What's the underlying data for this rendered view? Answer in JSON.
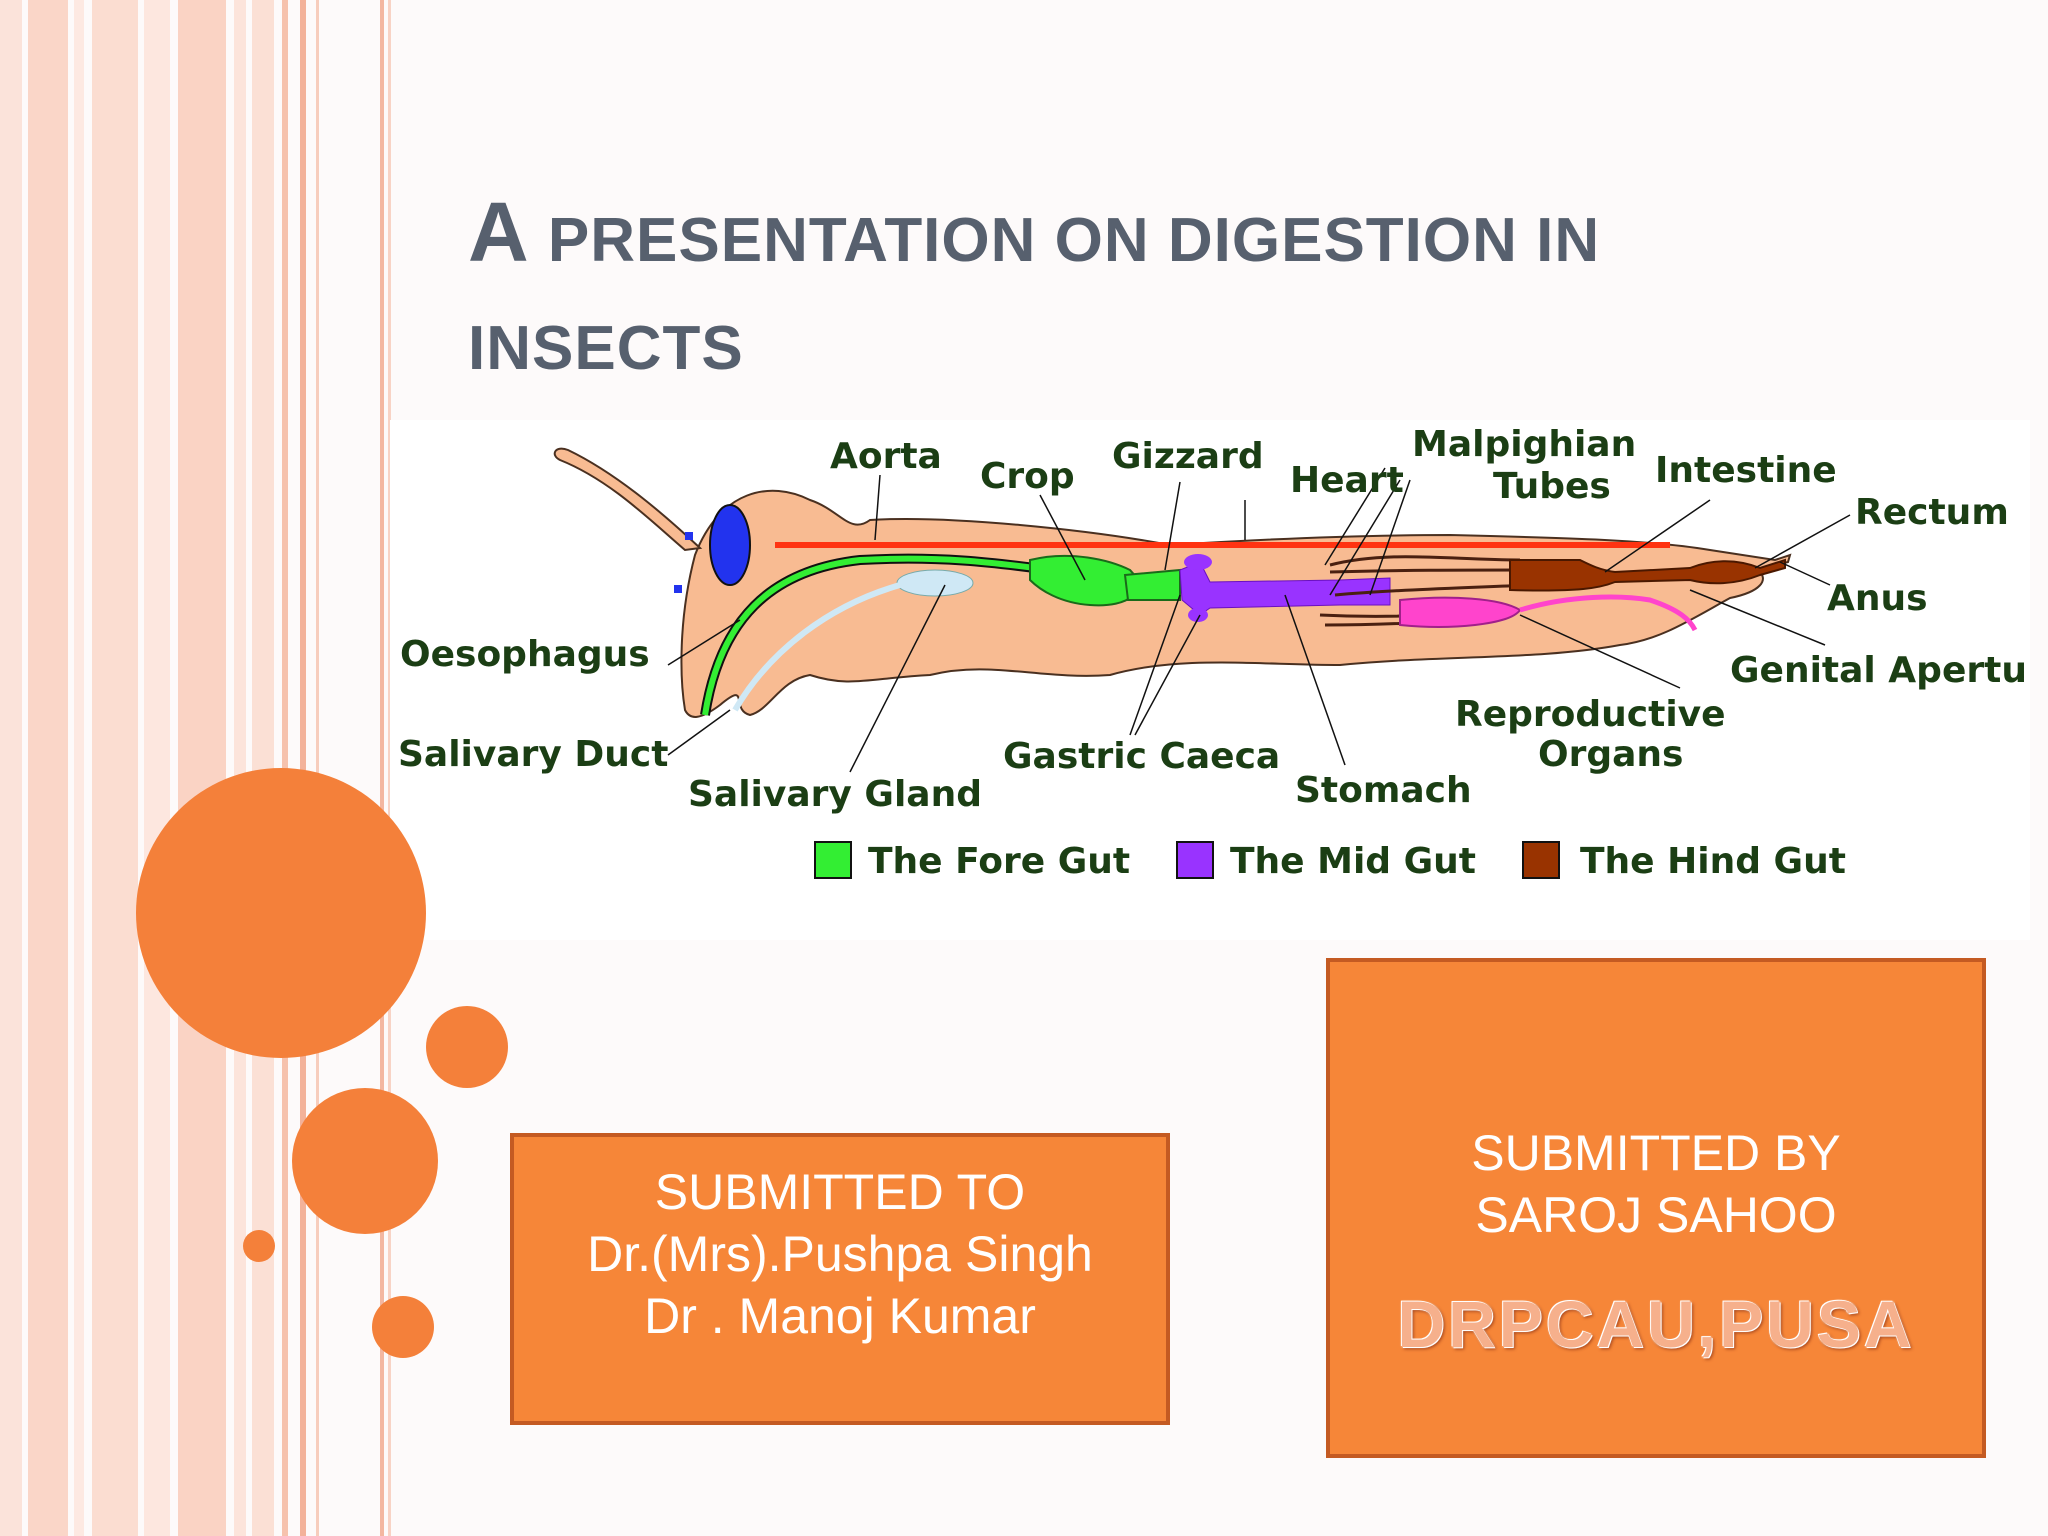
{
  "slide": {
    "title_initial": "A",
    "title_rest": "PRESENTATION ON DIGESTION IN INSECTS"
  },
  "diagram": {
    "labels": {
      "aorta": "Aorta",
      "crop": "Crop",
      "gizzard": "Gizzard",
      "heart": "Heart",
      "malpighian": "Malpighian",
      "tubes": "Tubes",
      "intestine": "Intestine",
      "rectum": "Rectum",
      "anus": "Anus",
      "genital": "Genital Apertur",
      "reproductive": "Reproductive",
      "organs": "Organs",
      "oesophagus": "Oesophagus",
      "salivary_duct": "Salivary Duct",
      "salivary_gland": "Salivary Gland",
      "gastric_caeca": "Gastric Caeca",
      "stomach": "Stomach"
    },
    "legend": [
      {
        "label": "The Fore Gut",
        "color": "#33ee33"
      },
      {
        "label": "The Mid Gut",
        "color": "#9933ff"
      },
      {
        "label": "The Hind Gut",
        "color": "#993300"
      }
    ]
  },
  "submitted_to": {
    "heading": "SUBMITTED TO",
    "names": [
      "Dr.(Mrs).Pushpa Singh",
      "Dr . Manoj Kumar"
    ]
  },
  "submitted_by": {
    "heading": "SUBMITTED BY",
    "name": "SAROJ  SAHOO",
    "institution": "DRPCAU,PUSA"
  },
  "colors": {
    "accent_orange": "#f68638",
    "title_gray": "#57606e"
  }
}
